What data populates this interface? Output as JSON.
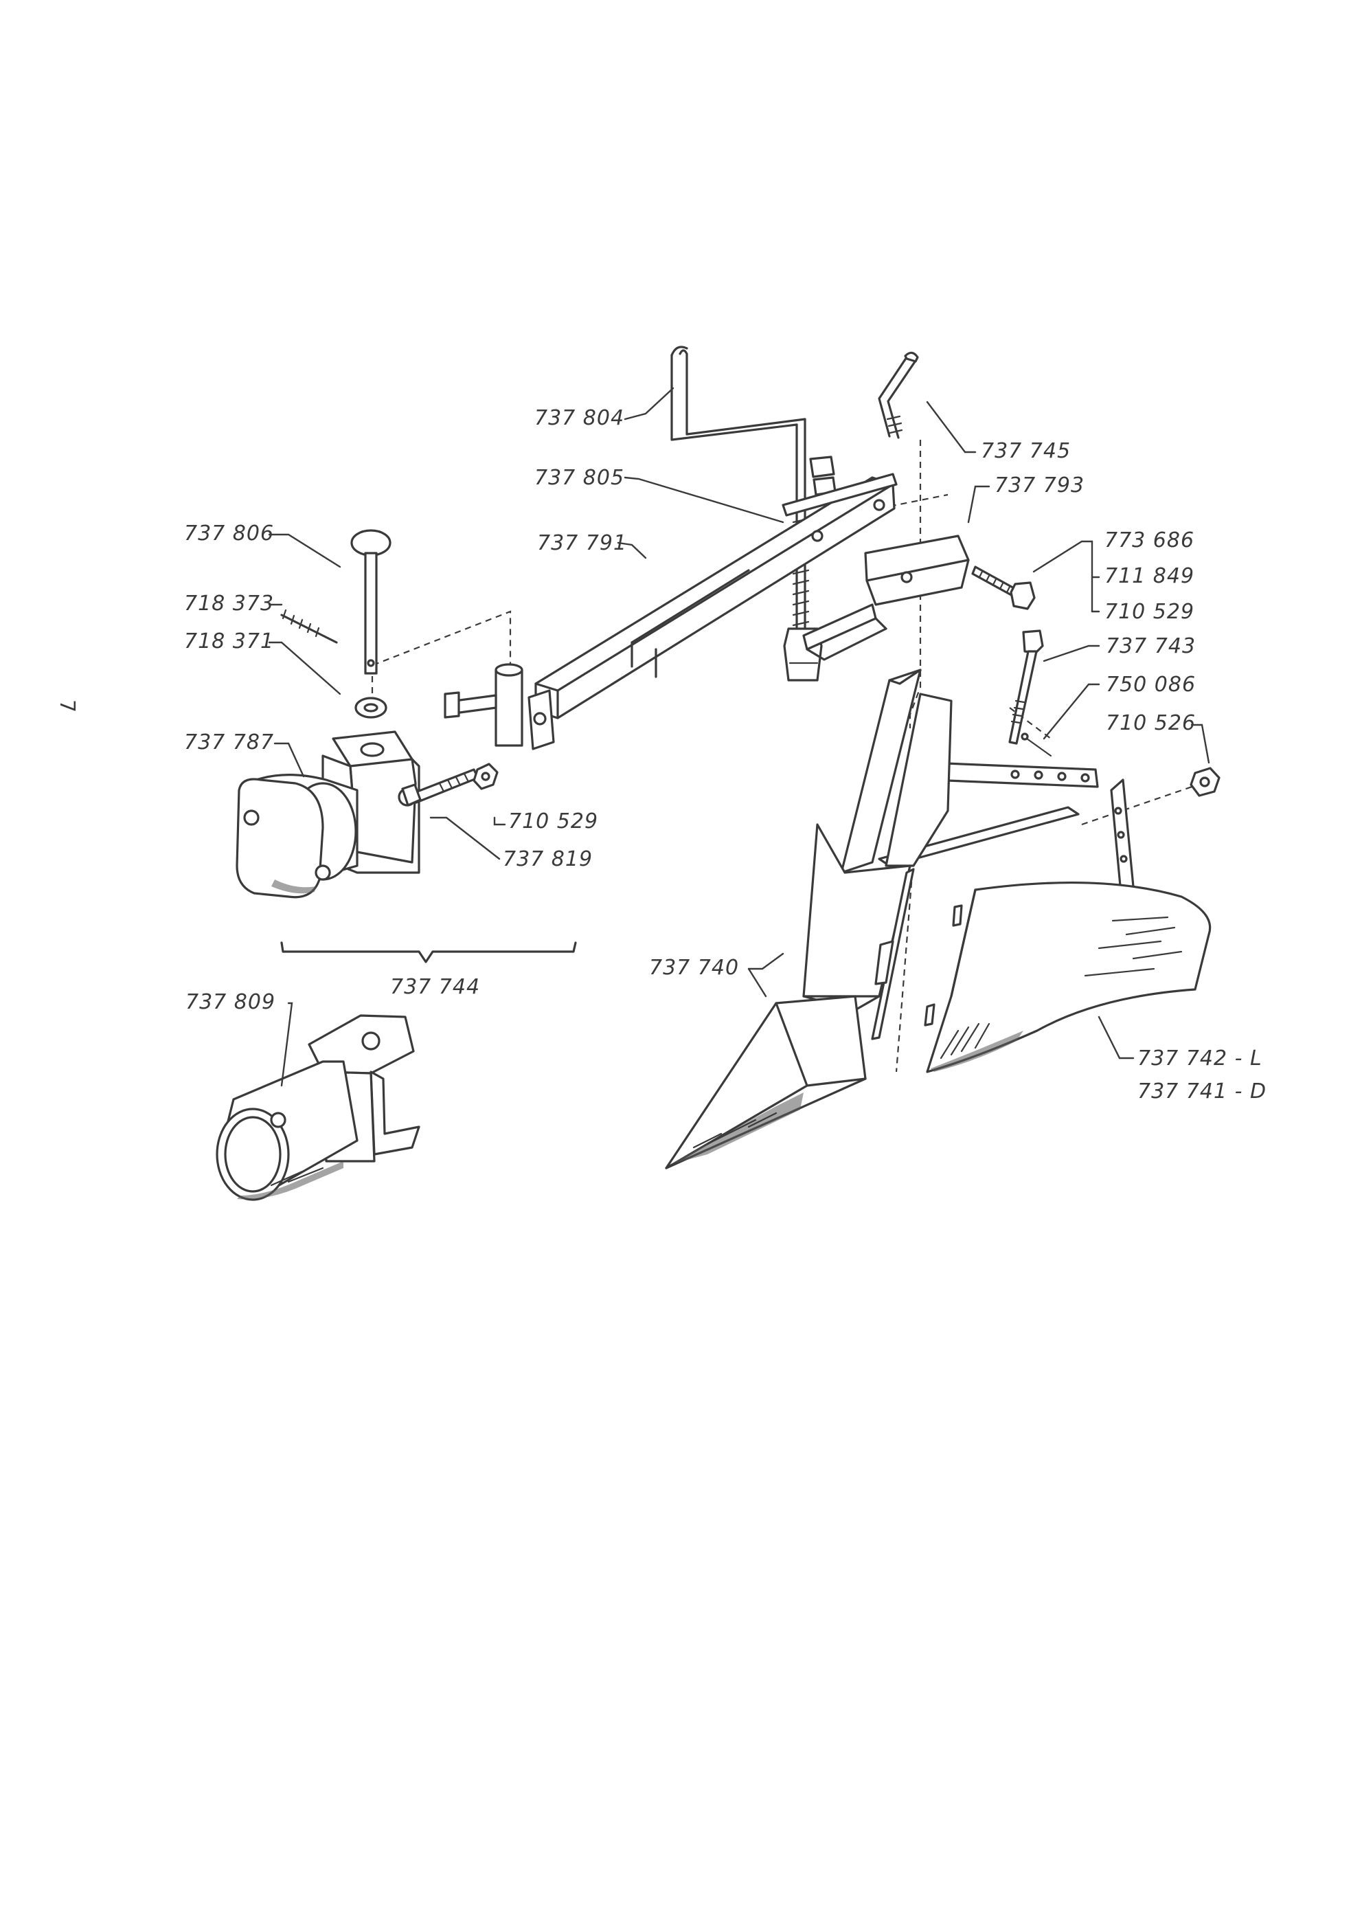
{
  "page": {
    "page_number": "7"
  },
  "labels": [
    {
      "id": "p737804",
      "text": "737 804"
    },
    {
      "id": "p737805",
      "text": "737 805"
    },
    {
      "id": "p737745",
      "text": "737 745"
    },
    {
      "id": "p737793",
      "text": "737 793"
    },
    {
      "id": "p737806",
      "text": "737 806"
    },
    {
      "id": "p737791",
      "text": "737 791"
    },
    {
      "id": "p773686",
      "text": "773 686"
    },
    {
      "id": "p711849",
      "text": "711 849"
    },
    {
      "id": "p710529a",
      "text": "710 529"
    },
    {
      "id": "p718373",
      "text": "718 373"
    },
    {
      "id": "p718371",
      "text": "718 371"
    },
    {
      "id": "p737743",
      "text": "737 743"
    },
    {
      "id": "p750086",
      "text": "750 086"
    },
    {
      "id": "p710526",
      "text": "710 526"
    },
    {
      "id": "p737787",
      "text": "737 787"
    },
    {
      "id": "p710529b",
      "text": "710 529"
    },
    {
      "id": "p737819",
      "text": "737 819"
    },
    {
      "id": "p737744",
      "text": "737 744"
    },
    {
      "id": "p737740",
      "text": "737 740"
    },
    {
      "id": "p737809",
      "text": "737 809"
    },
    {
      "id": "p737742",
      "text": "737 742 - L"
    },
    {
      "id": "p737741",
      "text": "737 741 - D"
    }
  ]
}
